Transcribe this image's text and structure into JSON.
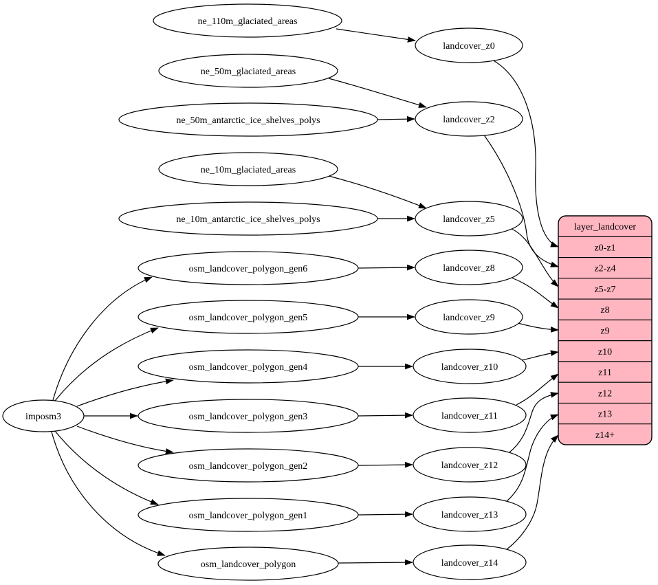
{
  "diagram": {
    "colors": {
      "background": "#ffffff",
      "node_fill": "#ffffff",
      "stroke": "#000000",
      "table_fill": "#ffb6c1",
      "text": "#000000"
    },
    "nodes": [
      {
        "id": "imposm3",
        "label": "imposm3"
      },
      {
        "id": "ne_110m_glaciated_areas",
        "label": "ne_110m_glaciated_areas"
      },
      {
        "id": "ne_50m_glaciated_areas",
        "label": "ne_50m_glaciated_areas"
      },
      {
        "id": "ne_50m_antarctic_ice_shelves_polys",
        "label": "ne_50m_antarctic_ice_shelves_polys"
      },
      {
        "id": "ne_10m_glaciated_areas",
        "label": "ne_10m_glaciated_areas"
      },
      {
        "id": "ne_10m_antarctic_ice_shelves_polys",
        "label": "ne_10m_antarctic_ice_shelves_polys"
      },
      {
        "id": "osm_landcover_polygon_gen6",
        "label": "osm_landcover_polygon_gen6"
      },
      {
        "id": "osm_landcover_polygon_gen5",
        "label": "osm_landcover_polygon_gen5"
      },
      {
        "id": "osm_landcover_polygon_gen4",
        "label": "osm_landcover_polygon_gen4"
      },
      {
        "id": "osm_landcover_polygon_gen3",
        "label": "osm_landcover_polygon_gen3"
      },
      {
        "id": "osm_landcover_polygon_gen2",
        "label": "osm_landcover_polygon_gen2"
      },
      {
        "id": "osm_landcover_polygon_gen1",
        "label": "osm_landcover_polygon_gen1"
      },
      {
        "id": "osm_landcover_polygon",
        "label": "osm_landcover_polygon"
      },
      {
        "id": "landcover_z0",
        "label": "landcover_z0"
      },
      {
        "id": "landcover_z2",
        "label": "landcover_z2"
      },
      {
        "id": "landcover_z5",
        "label": "landcover_z5"
      },
      {
        "id": "landcover_z8",
        "label": "landcover_z8"
      },
      {
        "id": "landcover_z9",
        "label": "landcover_z9"
      },
      {
        "id": "landcover_z10",
        "label": "landcover_z10"
      },
      {
        "id": "landcover_z11",
        "label": "landcover_z11"
      },
      {
        "id": "landcover_z12",
        "label": "landcover_z12"
      },
      {
        "id": "landcover_z13",
        "label": "landcover_z13"
      },
      {
        "id": "landcover_z14",
        "label": "landcover_z14"
      }
    ],
    "table": {
      "id": "layer_landcover",
      "title": "layer_landcover",
      "rows": [
        "z0-z1",
        "z2-z4",
        "z5-z7",
        "z8",
        "z9",
        "z10",
        "z11",
        "z12",
        "z13",
        "z14+"
      ]
    },
    "edges": [
      {
        "from": "ne_110m_glaciated_areas",
        "to": "landcover_z0"
      },
      {
        "from": "ne_50m_glaciated_areas",
        "to": "landcover_z2"
      },
      {
        "from": "ne_50m_antarctic_ice_shelves_polys",
        "to": "landcover_z2"
      },
      {
        "from": "ne_10m_glaciated_areas",
        "to": "landcover_z5"
      },
      {
        "from": "ne_10m_antarctic_ice_shelves_polys",
        "to": "landcover_z5"
      },
      {
        "from": "imposm3",
        "to": "osm_landcover_polygon_gen6"
      },
      {
        "from": "imposm3",
        "to": "osm_landcover_polygon_gen5"
      },
      {
        "from": "imposm3",
        "to": "osm_landcover_polygon_gen4"
      },
      {
        "from": "imposm3",
        "to": "osm_landcover_polygon_gen3"
      },
      {
        "from": "imposm3",
        "to": "osm_landcover_polygon_gen2"
      },
      {
        "from": "imposm3",
        "to": "osm_landcover_polygon_gen1"
      },
      {
        "from": "imposm3",
        "to": "osm_landcover_polygon"
      },
      {
        "from": "osm_landcover_polygon_gen6",
        "to": "landcover_z8"
      },
      {
        "from": "osm_landcover_polygon_gen5",
        "to": "landcover_z9"
      },
      {
        "from": "osm_landcover_polygon_gen4",
        "to": "landcover_z10"
      },
      {
        "from": "osm_landcover_polygon_gen3",
        "to": "landcover_z11"
      },
      {
        "from": "osm_landcover_polygon_gen2",
        "to": "landcover_z12"
      },
      {
        "from": "osm_landcover_polygon_gen1",
        "to": "landcover_z13"
      },
      {
        "from": "osm_landcover_polygon",
        "to": "landcover_z14"
      },
      {
        "from": "landcover_z0",
        "to": "layer_landcover",
        "row": "z0-z1"
      },
      {
        "from": "landcover_z2",
        "to": "layer_landcover",
        "row": "z2-z4"
      },
      {
        "from": "landcover_z5",
        "to": "layer_landcover",
        "row": "z5-z7"
      },
      {
        "from": "landcover_z8",
        "to": "layer_landcover",
        "row": "z8"
      },
      {
        "from": "landcover_z9",
        "to": "layer_landcover",
        "row": "z9"
      },
      {
        "from": "landcover_z10",
        "to": "layer_landcover",
        "row": "z10"
      },
      {
        "from": "landcover_z11",
        "to": "layer_landcover",
        "row": "z11"
      },
      {
        "from": "landcover_z12",
        "to": "layer_landcover",
        "row": "z12"
      },
      {
        "from": "landcover_z13",
        "to": "layer_landcover",
        "row": "z13"
      },
      {
        "from": "landcover_z14",
        "to": "layer_landcover",
        "row": "z14+"
      }
    ]
  }
}
